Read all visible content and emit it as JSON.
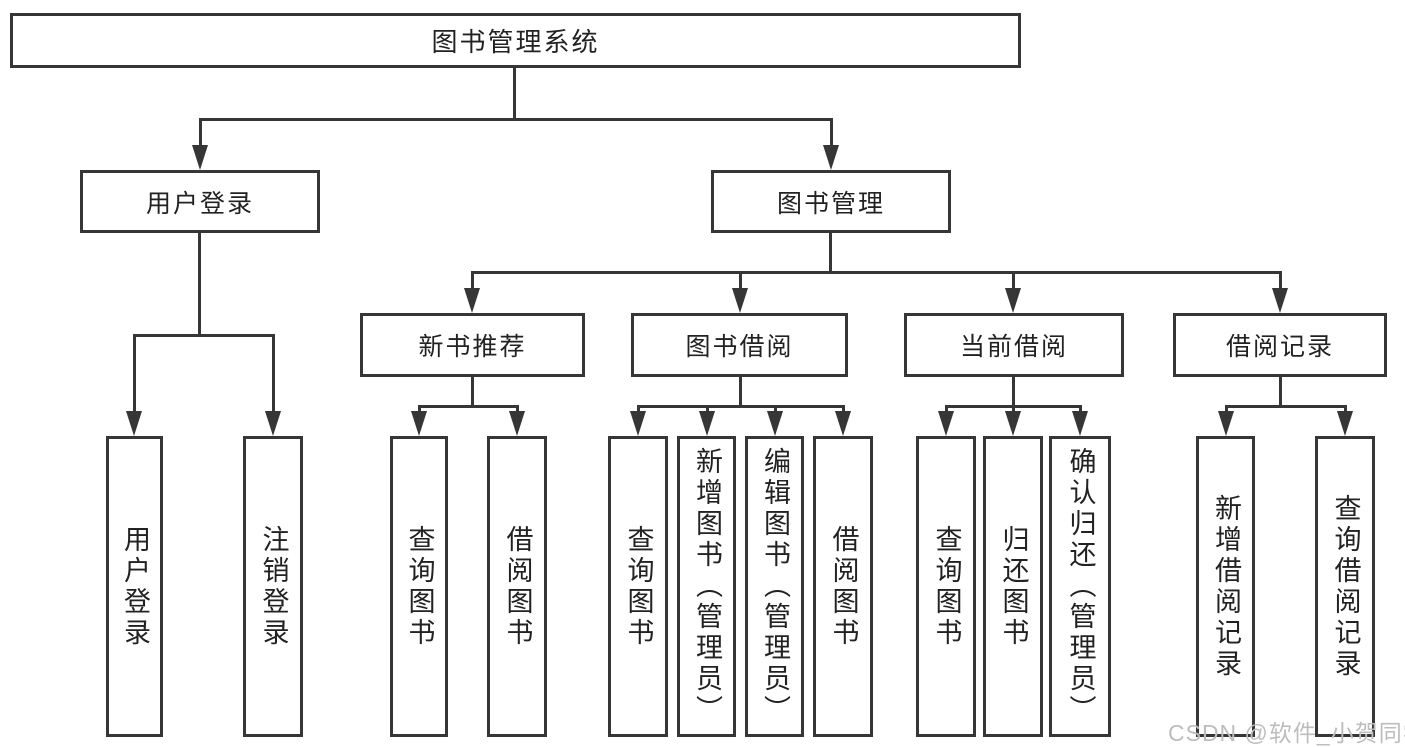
{
  "diagram": {
    "tree": {
      "label": "图书管理系统",
      "children": [
        {
          "label": "用户登录",
          "children": [
            {
              "label": "用户登录"
            },
            {
              "label": "注销登录"
            }
          ]
        },
        {
          "label": "图书管理",
          "children": [
            {
              "label": "新书推荐",
              "children": [
                {
                  "label": "查询图书"
                },
                {
                  "label": "借阅图书"
                }
              ]
            },
            {
              "label": "图书借阅",
              "children": [
                {
                  "label": "查询图书"
                },
                {
                  "label": "新增图书（管理员）"
                },
                {
                  "label": "编辑图书（管理员）"
                },
                {
                  "label": "借阅图书"
                }
              ]
            },
            {
              "label": "当前借阅",
              "children": [
                {
                  "label": "查询图书"
                },
                {
                  "label": "归还图书"
                },
                {
                  "label": "确认归还（管理员）"
                }
              ]
            },
            {
              "label": "借阅记录",
              "children": [
                {
                  "label": "新增借阅记录"
                },
                {
                  "label": "查询借阅记录"
                }
              ]
            }
          ]
        }
      ]
    }
  },
  "watermark": {
    "text": "CSDN @软件_小贺同学"
  },
  "colors": {
    "line": "#363636",
    "text": "#222222",
    "box_background": "#ffffff",
    "page_background": "#ffffff",
    "watermark": "#bdbdbd"
  }
}
